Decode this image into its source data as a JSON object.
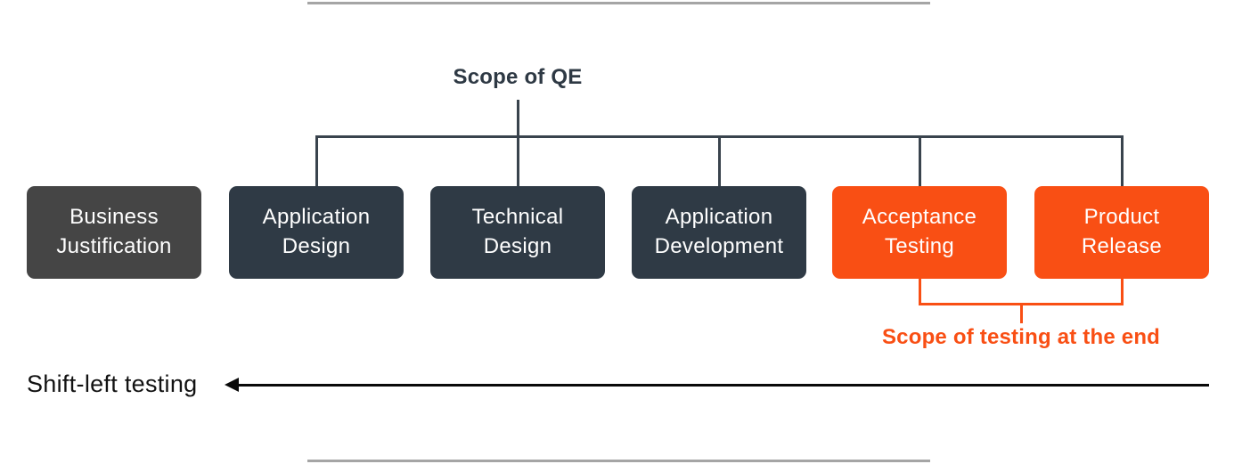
{
  "header": {
    "title": "Scope of QE"
  },
  "stages": [
    {
      "label": "Business\nJustification",
      "variant": "gray"
    },
    {
      "label": "Application\nDesign",
      "variant": "slate"
    },
    {
      "label": "Technical\nDesign",
      "variant": "slate"
    },
    {
      "label": "Application\nDevelopment",
      "variant": "slate"
    },
    {
      "label": "Acceptance\nTesting",
      "variant": "orange"
    },
    {
      "label": "Product\nRelease",
      "variant": "orange"
    }
  ],
  "annotations": {
    "testing_scope_caption": "Scope of testing at the end",
    "shift_left_label": "Shift-left testing"
  },
  "colors": {
    "gray_box": "#454545",
    "slate_box": "#2f3a45",
    "orange": "#f94f14",
    "connector": "#39434d",
    "frame_line": "#a5a5a5",
    "arrow": "#0a0a0a",
    "box_text": "#ffffff",
    "title_color": "#2e3944",
    "shift_text": "#121212"
  }
}
